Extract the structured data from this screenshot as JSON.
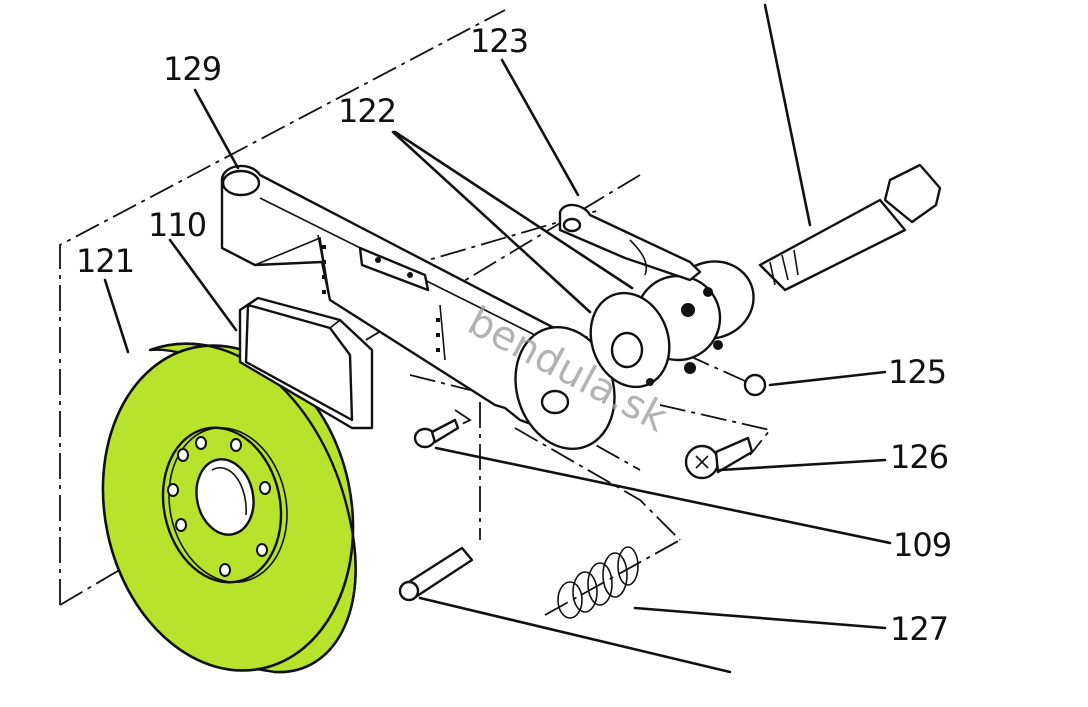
{
  "diagram": {
    "watermark": "bendula.sk",
    "highlight_color": "#b8e22c",
    "callouts": [
      {
        "id": "129",
        "text": "129"
      },
      {
        "id": "123",
        "text": "123"
      },
      {
        "id": "122",
        "text": "122"
      },
      {
        "id": "110",
        "text": "110"
      },
      {
        "id": "121",
        "text": "121"
      },
      {
        "id": "125",
        "text": "125"
      },
      {
        "id": "126",
        "text": "126"
      },
      {
        "id": "109",
        "text": "109"
      },
      {
        "id": "127",
        "text": "127"
      }
    ]
  }
}
